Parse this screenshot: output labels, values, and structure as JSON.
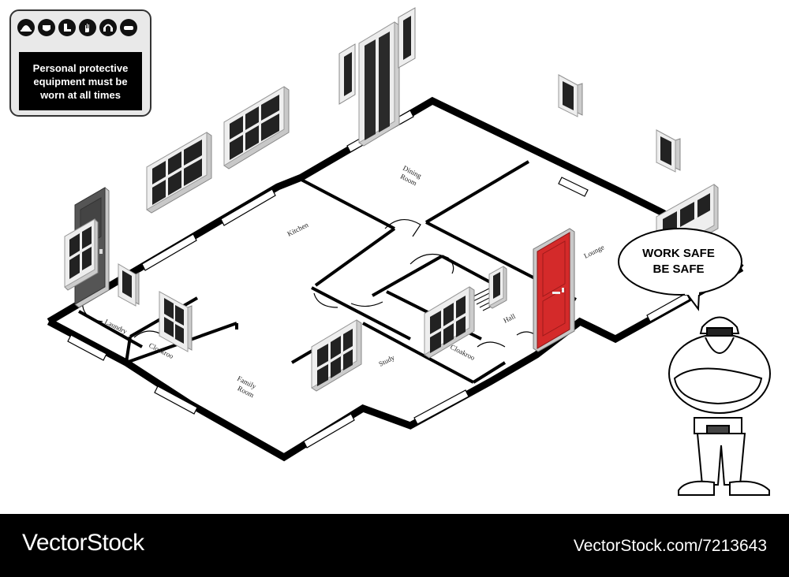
{
  "sign": {
    "text": "Personal protective equipment must be worn at all times",
    "icons": [
      "hard-hat-icon",
      "dust-mask-icon",
      "safety-boots-icon",
      "gloves-icon",
      "ear-defenders-icon",
      "safety-goggles-icon"
    ]
  },
  "speech_bubble": {
    "line1": "WORK SAFE",
    "line2": "BE SAFE"
  },
  "rooms": {
    "dining": [
      "Dining",
      "Room"
    ],
    "kitchen": "Kitchen",
    "lounge": "Lounge",
    "laundry": "Laundry",
    "cloakroom_left": "Cloakroo",
    "family": [
      "Family",
      "Room"
    ],
    "study": "Study",
    "hall": "Hall",
    "cloakroom_right": "Cloakroo"
  },
  "colors": {
    "front_door": "#d42a2a",
    "wall": "#000000",
    "footer": "#000000"
  },
  "footer": {
    "brand": "VectorStock",
    "reference": "VectorStock.com/7213643"
  }
}
